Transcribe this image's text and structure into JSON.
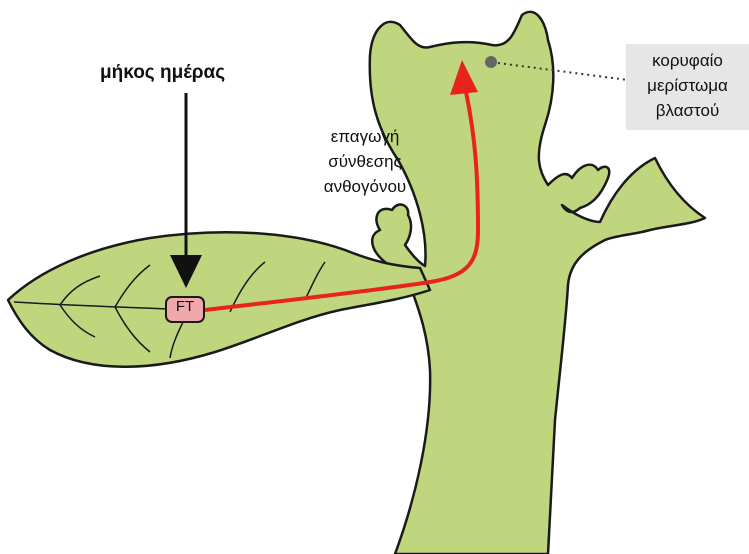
{
  "title": "μήκος ημέρας",
  "induction_lines": [
    "επαγωγή",
    "σύνθεσης",
    "ανθογόνου"
  ],
  "meristem_lines": [
    "κορυφαίο",
    "μερίστωμα",
    "βλαστού"
  ],
  "ft_label": "FT",
  "colors": {
    "plant_fill": "#bfd67e",
    "outline": "#1a1a1a",
    "signal_arrow": "#e8231c",
    "ft_box": "#f1a8ad",
    "label_box": "#e6e6e6"
  }
}
